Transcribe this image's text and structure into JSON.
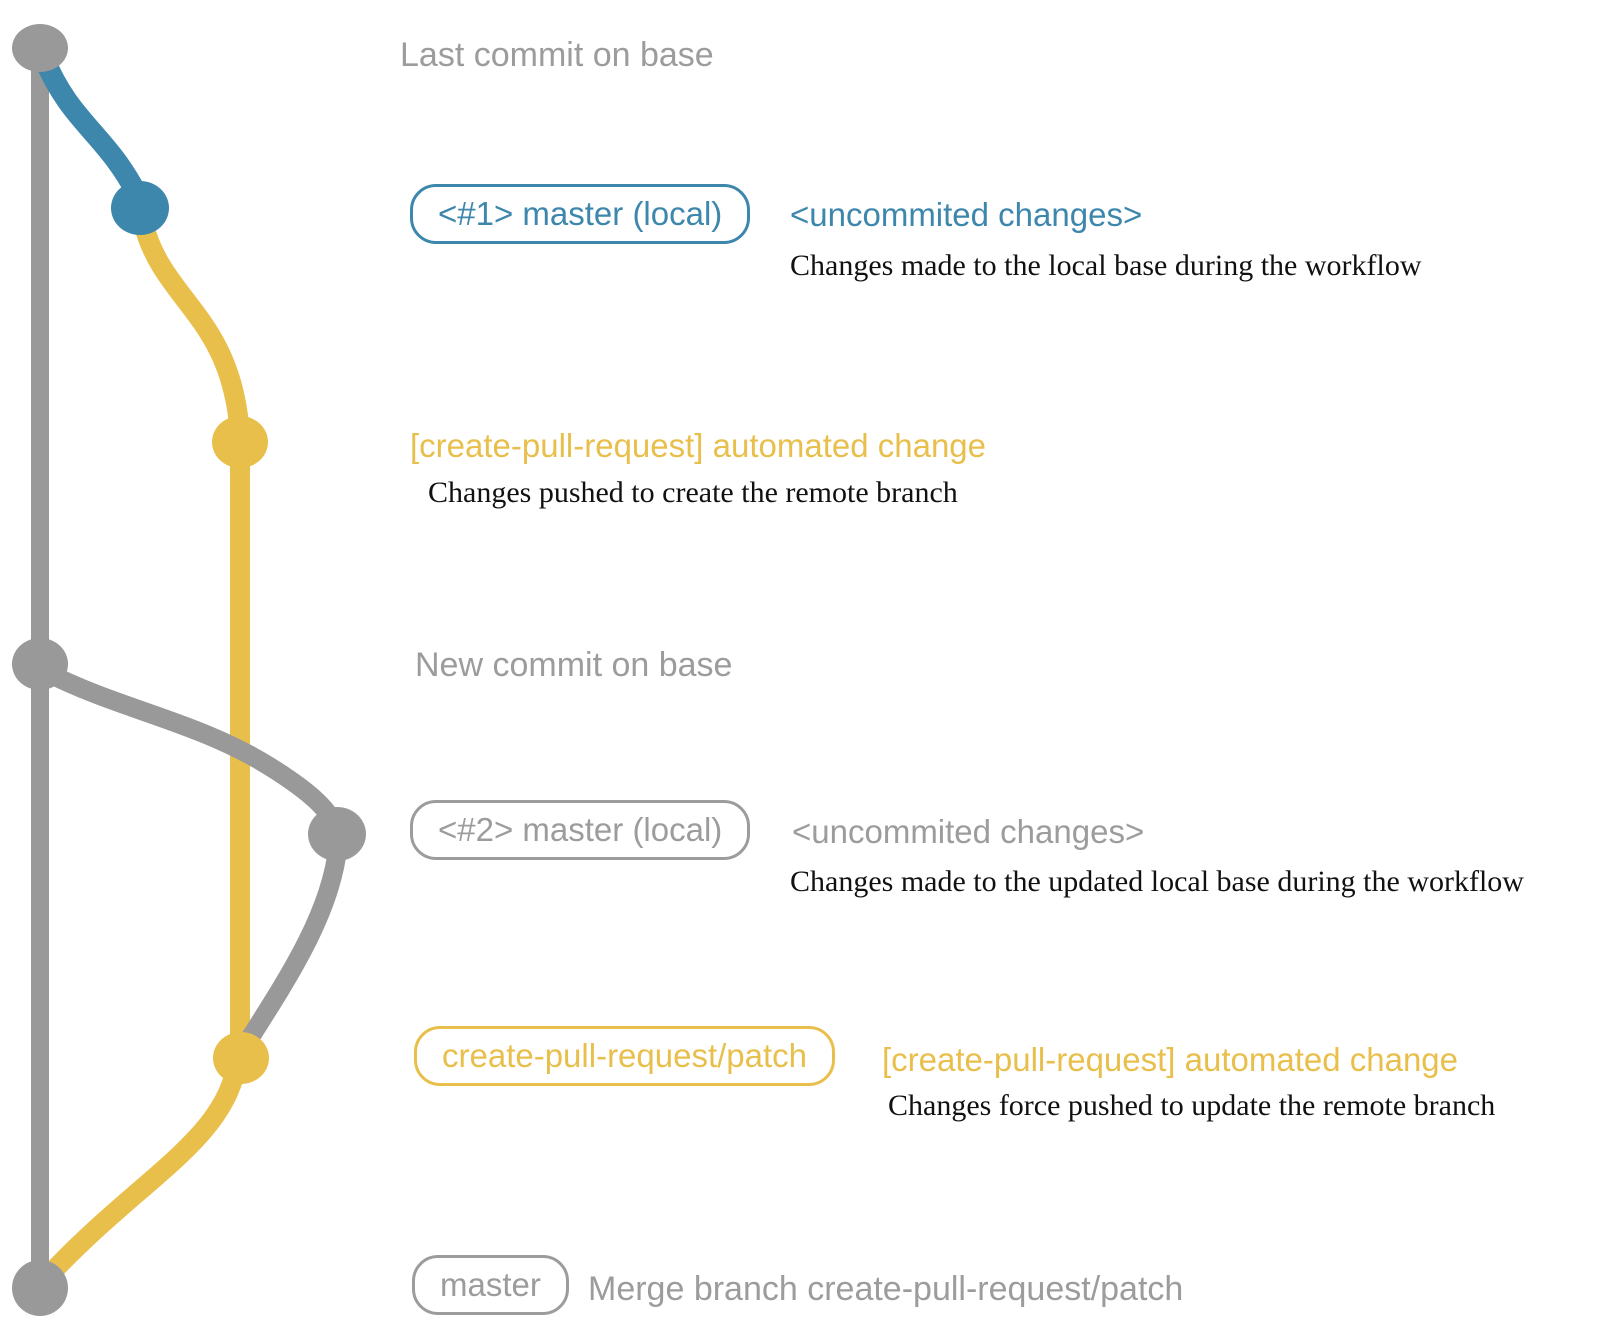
{
  "colors": {
    "gray": "#9c9c9c",
    "graph_gray": "#999999",
    "blue": "#3d87ad",
    "yellow": "#e9bf4c",
    "text_black": "#111111"
  },
  "rows": {
    "last_commit": {
      "heading": "Last commit on base"
    },
    "local1": {
      "badge": "<#1> master (local)",
      "note": "<uncommited changes>",
      "desc": "Changes made to the local base during the workflow"
    },
    "patch1": {
      "note": "[create-pull-request] automated change",
      "desc": "Changes pushed to create the remote branch"
    },
    "new_commit": {
      "heading": "New commit on base"
    },
    "local2": {
      "badge": "<#2> master (local)",
      "note": "<uncommited changes>",
      "desc": "Changes made to the updated local base during the workflow"
    },
    "patch2": {
      "badge": "create-pull-request/patch",
      "note": "[create-pull-request] automated change",
      "desc": "Changes force pushed to update the remote branch"
    },
    "merge": {
      "badge": "master",
      "note": "Merge branch create-pull-request/patch"
    }
  }
}
